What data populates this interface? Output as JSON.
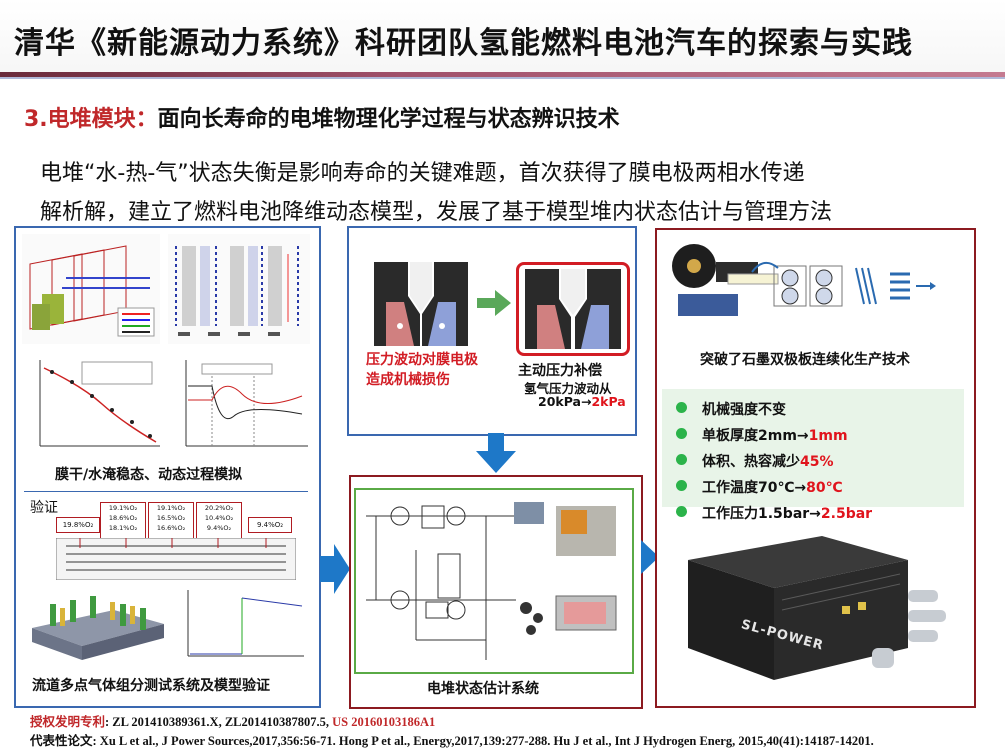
{
  "header": {
    "title": "清华《新能源动力系统》科研团队氢能燃料电池汽车的探索与实践"
  },
  "section": {
    "number": "3.电堆模块：",
    "title": "面向长寿命的电堆物理化学过程与状态辨识技术"
  },
  "intro": {
    "line1": "电堆“水-热-气”状态失衡是影响寿命的关键难题，首次获得了膜电极两相水传递",
    "line2": "解析解，建立了燃料电池降维动态模型，发展了基于模型堆内状态估计与管理方法"
  },
  "left_panel": {
    "caption_top": "膜干/水淹稳态、动态过程模拟",
    "verify_label": "验证",
    "caption_bottom": "流道多点气体组分测试系统及模型验证",
    "o2_readings": [
      "19.8%O₂",
      "19.1%O₂",
      "18.6%O₂",
      "18.1%O₂",
      "19.1%O₂",
      "16.5%O₂",
      "16.6%O₂",
      "20.2%O₂",
      "10.4%O₂",
      "9.4%O₂",
      "9.4%O₂"
    ]
  },
  "middle_panel": {
    "damage_text": "压力波动对膜电极造成机械损伤",
    "compensation_title": "主动压力补偿",
    "compensation_line1": "氢气压力波动从",
    "compensation_from": "20kPa→",
    "compensation_to": "2kPa",
    "caption_bottom": "电堆状态估计系统"
  },
  "right_panel": {
    "caption_top": "突破了石墨双极板连续化生产技术",
    "bullets": [
      {
        "prefix": "机械强度不变",
        "highlight": ""
      },
      {
        "prefix": "单板厚度2mm→",
        "highlight": "1mm"
      },
      {
        "prefix": "体积、热容减少",
        "highlight": "45%"
      },
      {
        "prefix": "工作温度70℃→",
        "highlight": "80℃"
      },
      {
        "prefix": "工作压力1.5bar→",
        "highlight": "2.5bar"
      }
    ],
    "product_brand": "SL-POWER"
  },
  "references": {
    "patent_label": "授权发明专利",
    "patent_text": ": ZL 201410389361.X, ZL201410387807.5, ",
    "patent_us": "US 20160103186A1",
    "paper_label": "代表性论文",
    "paper_text": ": Xu L et al., J Power Sources,2017,356:56-71. Hong P et al., Energy,2017,139:277-288. Hu J et al., Int J Hydrogen Energ, 2015,40(41):14187-14201."
  },
  "colors": {
    "accent_red": "#c0282a",
    "panel_blue": "#3a68b0",
    "panel_red": "#8c1a20",
    "bullet_green": "#2bb34a",
    "arrow_blue": "#1e78c8"
  }
}
